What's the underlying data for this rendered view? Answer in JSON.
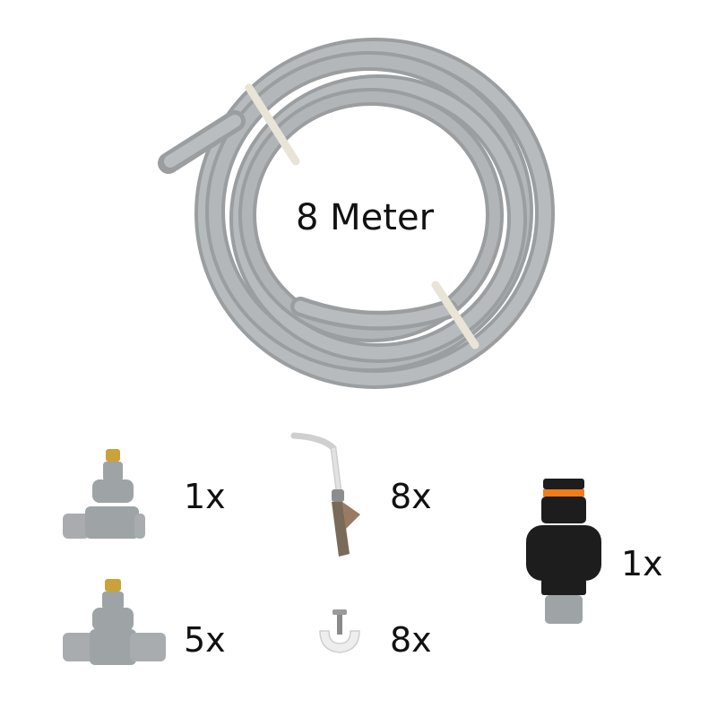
{
  "hose": {
    "label": "8 Meter"
  },
  "items": [
    {
      "name": "single-mist-tee-nozzle",
      "count": "1x"
    },
    {
      "name": "alligator-clip-hanger",
      "count": "8x"
    },
    {
      "name": "hose-quick-connector",
      "count": "1x"
    },
    {
      "name": "inline-mist-tee-nozzle",
      "count": "5x"
    },
    {
      "name": "nail-clip",
      "count": "8x"
    }
  ],
  "colors": {
    "hose": "#a9adb0",
    "fitting": "#9ea3a6",
    "brass": "#c9a23a",
    "orange": "#f07c1a",
    "black": "#1d1d1d",
    "zip_tie": "#e8e4d6"
  }
}
